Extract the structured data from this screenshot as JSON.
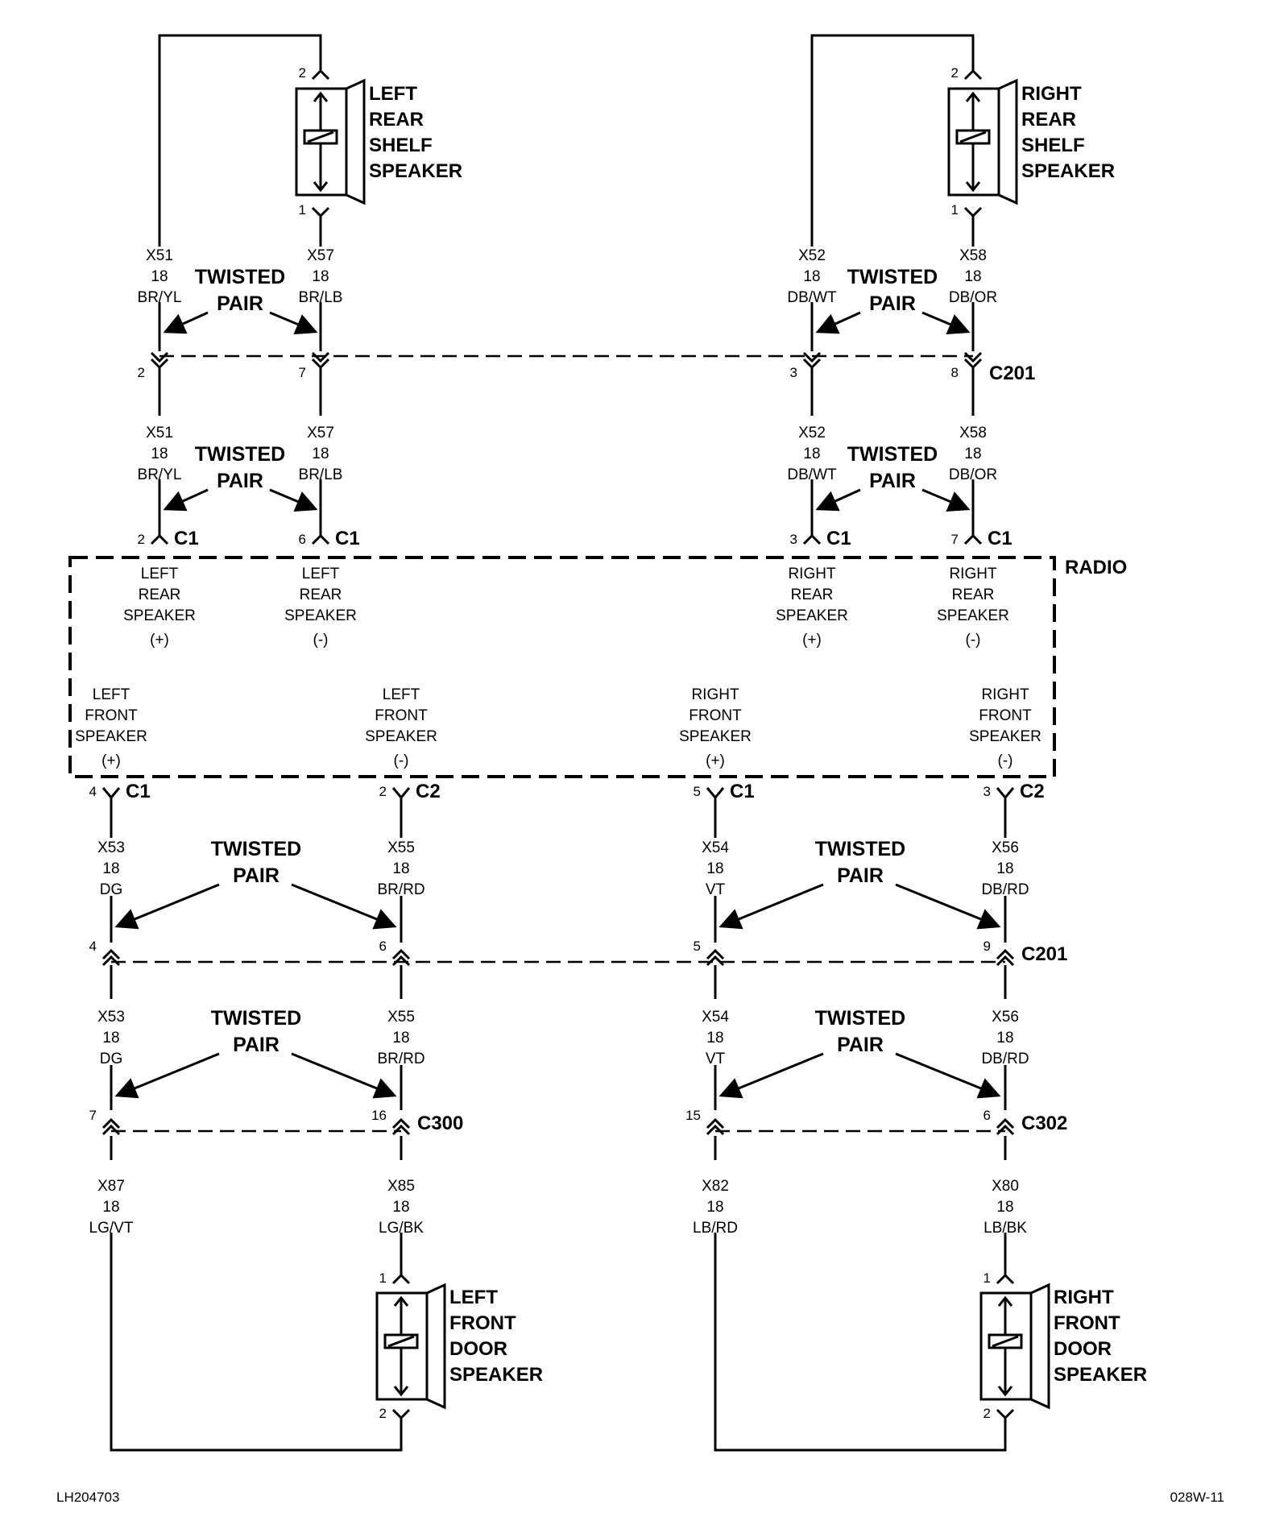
{
  "footer": {
    "left": "LH204703",
    "right": "028W-11"
  },
  "radio": {
    "label": "RADIO",
    "rear_terminals": [
      {
        "lines": [
          "LEFT",
          "REAR",
          "SPEAKER",
          "(+)"
        ],
        "pin": "2",
        "conn": "C1"
      },
      {
        "lines": [
          "LEFT",
          "REAR",
          "SPEAKER",
          "(-)"
        ],
        "pin": "6",
        "conn": "C1"
      },
      {
        "lines": [
          "RIGHT",
          "REAR",
          "SPEAKER",
          "(+)"
        ],
        "pin": "3",
        "conn": "C1"
      },
      {
        "lines": [
          "RIGHT",
          "REAR",
          "SPEAKER",
          "(-)"
        ],
        "pin": "7",
        "conn": "C1"
      }
    ],
    "front_terminals": [
      {
        "lines": [
          "LEFT",
          "FRONT",
          "SPEAKER",
          "(+)"
        ],
        "pin": "4",
        "conn": "C1"
      },
      {
        "lines": [
          "LEFT",
          "FRONT",
          "SPEAKER",
          "(-)"
        ],
        "pin": "2",
        "conn": "C2"
      },
      {
        "lines": [
          "RIGHT",
          "FRONT",
          "SPEAKER",
          "(+)"
        ],
        "pin": "5",
        "conn": "C1"
      },
      {
        "lines": [
          "RIGHT",
          "FRONT",
          "SPEAKER",
          "(-)"
        ],
        "pin": "3",
        "conn": "C2"
      }
    ]
  },
  "speakers": [
    {
      "lines": [
        "LEFT",
        "REAR",
        "SHELF",
        "SPEAKER"
      ],
      "pin_top": "2",
      "pin_bottom": "1"
    },
    {
      "lines": [
        "RIGHT",
        "REAR",
        "SHELF",
        "SPEAKER"
      ],
      "pin_top": "2",
      "pin_bottom": "1"
    },
    {
      "lines": [
        "LEFT",
        "FRONT",
        "DOOR",
        "SPEAKER"
      ],
      "pin_top": "1",
      "pin_bottom": "2"
    },
    {
      "lines": [
        "RIGHT",
        "FRONT",
        "DOOR",
        "SPEAKER"
      ],
      "pin_top": "1",
      "pin_bottom": "2"
    }
  ],
  "twisted_pair_label": [
    "TWISTED",
    "PAIR"
  ],
  "wires": {
    "rear_upper": [
      [
        "X51",
        "18",
        "BR/YL"
      ],
      [
        "X57",
        "18",
        "BR/LB"
      ],
      [
        "X52",
        "18",
        "DB/WT"
      ],
      [
        "X58",
        "18",
        "DB/OR"
      ]
    ],
    "rear_lower": [
      [
        "X51",
        "18",
        "BR/YL"
      ],
      [
        "X57",
        "18",
        "BR/LB"
      ],
      [
        "X52",
        "18",
        "DB/WT"
      ],
      [
        "X58",
        "18",
        "DB/OR"
      ]
    ],
    "front_upper": [
      [
        "X53",
        "18",
        "DG"
      ],
      [
        "X55",
        "18",
        "BR/RD"
      ],
      [
        "X54",
        "18",
        "VT"
      ],
      [
        "X56",
        "18",
        "DB/RD"
      ]
    ],
    "front_middle": [
      [
        "X53",
        "18",
        "DG"
      ],
      [
        "X55",
        "18",
        "BR/RD"
      ],
      [
        "X54",
        "18",
        "VT"
      ],
      [
        "X56",
        "18",
        "DB/RD"
      ]
    ],
    "front_lower": [
      [
        "X87",
        "18",
        "LG/VT"
      ],
      [
        "X85",
        "18",
        "LG/BK"
      ],
      [
        "X82",
        "18",
        "LB/RD"
      ],
      [
        "X80",
        "18",
        "LB/BK"
      ]
    ]
  },
  "connectors": {
    "c201_rear": {
      "name": "C201",
      "pins": [
        "2",
        "7",
        "3",
        "8"
      ]
    },
    "c201_front": {
      "name": "C201",
      "pins": [
        "4",
        "6",
        "5",
        "9"
      ]
    },
    "c300": {
      "name": "C300",
      "pins": [
        "7",
        "16"
      ]
    },
    "c302": {
      "name": "C302",
      "pins": [
        "15",
        "6"
      ]
    }
  }
}
